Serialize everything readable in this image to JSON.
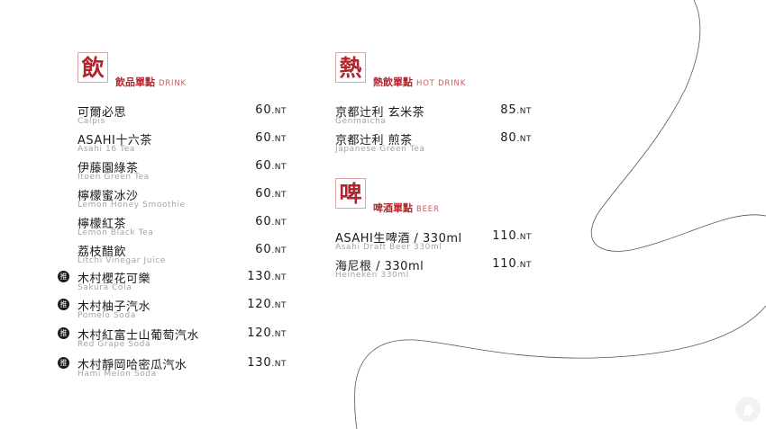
{
  "sections": {
    "drink": {
      "icon_char": "飲",
      "title_zh": "飲品單點",
      "title_en": "DRINK",
      "items": [
        {
          "name": "可爾必思",
          "sub": "Calpis",
          "price": "60",
          "unit": ".NT",
          "recommended": false
        },
        {
          "name": "ASAHI十六茶",
          "sub": "Asahi 16 Tea",
          "price": "60",
          "unit": ".NT",
          "recommended": false
        },
        {
          "name": "伊藤園綠茶",
          "sub": "Itoen Green Tea",
          "price": "60",
          "unit": ".NT",
          "recommended": false
        },
        {
          "name": "檸檬蜜冰沙",
          "sub": "Lemon Honey Smoothie",
          "price": "60",
          "unit": ".NT",
          "recommended": false
        },
        {
          "name": "檸檬紅茶",
          "sub": "Lemon Black Tea",
          "price": "60",
          "unit": ".NT",
          "recommended": false
        },
        {
          "name": "荔枝醋飲",
          "sub": "Litchi Vinegar Juice",
          "price": "60",
          "unit": ".NT",
          "recommended": false
        },
        {
          "name": "木村櫻花可樂",
          "sub": "Sakura Cola",
          "price": "130",
          "unit": ".NT",
          "recommended": true,
          "badge": "推"
        },
        {
          "name": "木村柚子汽水",
          "sub": "Pomelo Soda",
          "price": "120",
          "unit": ".NT",
          "recommended": true,
          "badge": "推"
        },
        {
          "name": "木村紅富士山葡萄汽水",
          "sub": "Red Grape Soda",
          "price": "120",
          "unit": ".NT",
          "recommended": true,
          "badge": "推"
        },
        {
          "name": "木村靜岡哈密瓜汽水",
          "sub": "Hami Melon Soda",
          "price": "130",
          "unit": ".NT",
          "recommended": true,
          "badge": "推"
        }
      ]
    },
    "hot_drink": {
      "icon_char": "熱",
      "title_zh": "熱飲單點",
      "title_en": "HOT DRINK",
      "items": [
        {
          "name": "京都辻利 玄米茶",
          "sub": "Genmaicha",
          "price": "85",
          "unit": ".NT"
        },
        {
          "name": "京都辻利 煎茶",
          "sub": "Japanese Green Tea",
          "price": "80",
          "unit": ".NT"
        }
      ]
    },
    "beer": {
      "icon_char": "啤",
      "title_zh": "啤酒單點",
      "title_en": "BEER",
      "items": [
        {
          "name": "ASAHI生啤酒 / 330ml",
          "sub": "Asahi Draft Beer 330ml",
          "price": "110",
          "unit": ".NT"
        },
        {
          "name": "海尼根 / 330ml",
          "sub": "Heineken 330ml",
          "price": "110",
          "unit": ".NT"
        }
      ]
    }
  },
  "colors": {
    "accent": "#b0262c",
    "accent_light": "#c9595d",
    "text": "#1a1a1a",
    "subtext": "#a3a3a3",
    "line": "#555555"
  }
}
